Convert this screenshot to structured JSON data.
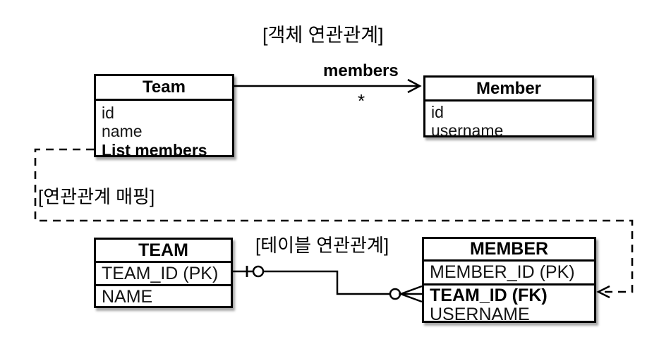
{
  "object_section": {
    "title": "[객체 연관관계]",
    "team_class": {
      "name": "Team",
      "fields": [
        "id",
        "name",
        "List members"
      ]
    },
    "member_class": {
      "name": "Member",
      "fields": [
        "id",
        "username"
      ]
    },
    "association": {
      "label": "members",
      "multiplicity": "*"
    }
  },
  "mapping_label": "[연관관계 매핑]",
  "table_section": {
    "title": "[테이블 연관관계]",
    "team_table": {
      "name": "TEAM",
      "columns": [
        "TEAM_ID (PK)",
        "NAME"
      ]
    },
    "member_table": {
      "name": "MEMBER",
      "columns": [
        "MEMBER_ID (PK)",
        "TEAM_ID (FK)",
        "USERNAME"
      ]
    }
  },
  "colors": {
    "line": "#000000",
    "background": "#ffffff"
  }
}
